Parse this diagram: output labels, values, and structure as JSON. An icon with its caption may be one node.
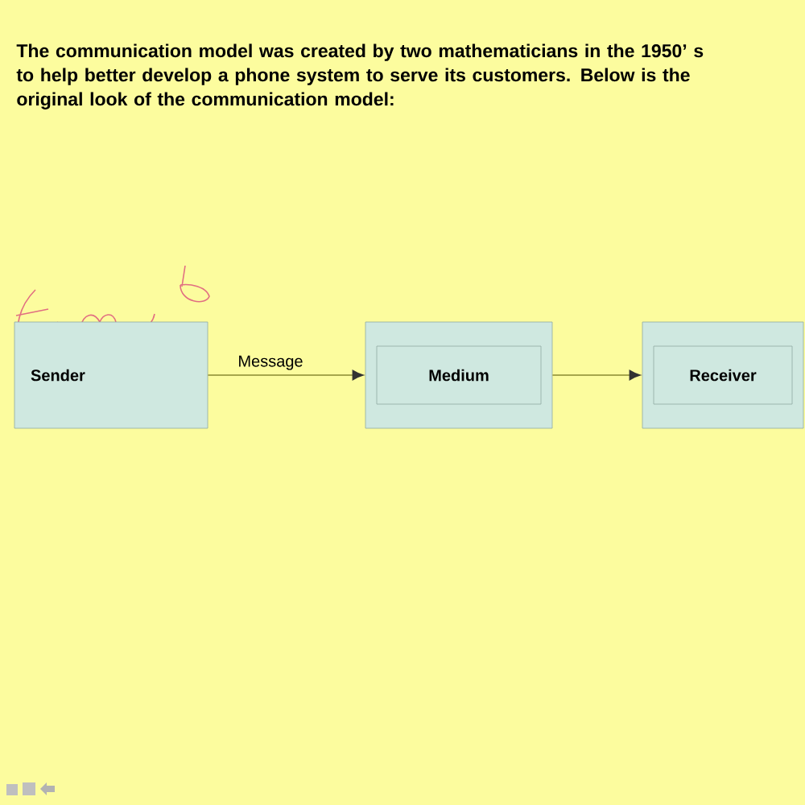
{
  "diagram": {
    "nodes": [
      {
        "text": [
          "Sender"
        ]
      },
      {
        "text": [],
        "shape": "box"
      },
      {
        "text": [
          "Medium"
        ],
        "in": 1
      },
      {
        "text": [],
        "shape": "box"
      },
      {
        "text": [
          "Receiver"
        ],
        "in": 3
      }
    ],
    "edges": [
      {
        "from": 0,
        "to": 1,
        "arrow": "to",
        "label": "Message"
      },
      {
        "from": 1,
        "to": 3,
        "arrow": "to"
      }
    ],
    "labels": [
      "The communication model was created by two mathematicians in the 1950’ s to help better develop a phone system to serve its customers. Below is the original look of the communication model:"
    ]
  }
}
